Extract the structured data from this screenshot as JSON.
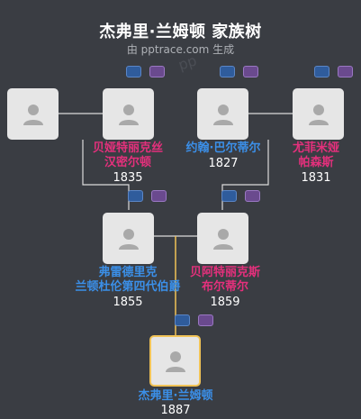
{
  "header": {
    "title": "杰弗里·兰姆顿 家族树",
    "subtitle": "由 pptrace.com 生成",
    "watermark": "pp"
  },
  "people": {
    "unknown": {
      "name": "",
      "year": ""
    },
    "beatrice_hamilton": {
      "name_line1": "贝娅特丽克丝",
      "name_line2": "汉密尔顿",
      "year": "1835",
      "gender": "female"
    },
    "john_bartle": {
      "name_line1": "约翰·巴尔蒂尔",
      "year": "1827",
      "gender": "male"
    },
    "euphemia_parsons": {
      "name_line1": "尤菲米娅",
      "name_line2": "帕森斯",
      "year": "1831",
      "gender": "female"
    },
    "frederick_lambton": {
      "name_line1": "弗雷德里克",
      "name_line2": "兰顿杜伦第四代伯爵",
      "year": "1855",
      "gender": "male"
    },
    "beatrice_bartle": {
      "name_line1": "贝阿特丽克斯",
      "name_line2": "布尔蒂尔",
      "year": "1859",
      "gender": "female"
    },
    "geoffrey_lambton": {
      "name_line1": "杰弗里·兰姆顿",
      "year": "1887",
      "gender": "male"
    }
  },
  "colors": {
    "background": "#3a3d43",
    "female": "#e4307c",
    "male": "#3b8fe8",
    "focus_border": "#f1c356",
    "line": "#dcdcdc",
    "focus_line": "#f1c356"
  },
  "icons": {
    "avatar": "person-silhouette-icon",
    "expand_parents": "expand-parents-button",
    "expand_children": "expand-children-button"
  }
}
